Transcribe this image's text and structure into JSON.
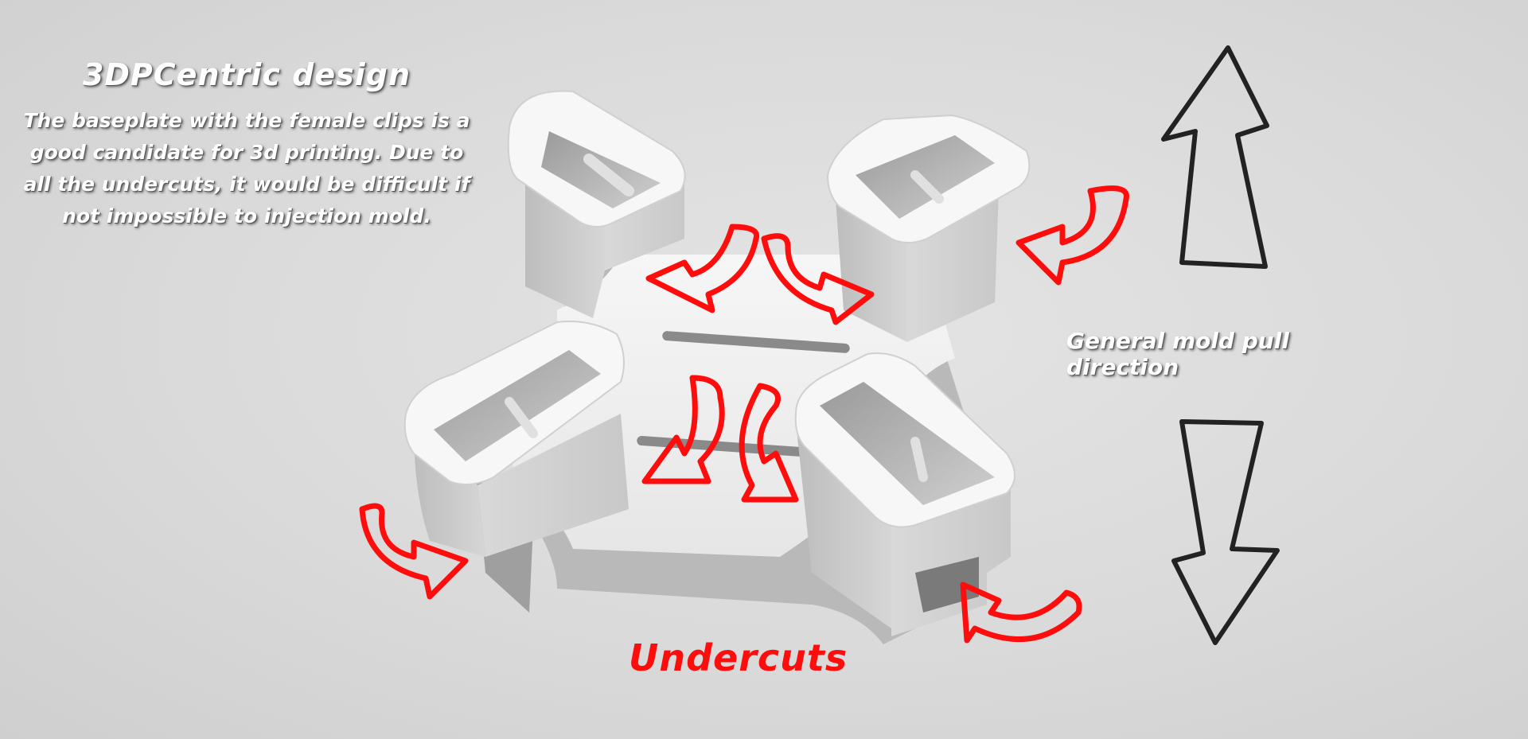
{
  "annotations": {
    "title": "3DPCentric design",
    "description": "The baseplate with the female clips is a good candidate for 3d printing. Due to all the undercuts, it would be difficult if not impossible to injection mold.",
    "pull_direction_label": "General mold pull direction",
    "undercuts_label": "Undercuts"
  },
  "colors": {
    "undercut_arrow": "#ff0d0d",
    "pull_arrow": "#222222",
    "part": "#f2f2f2"
  },
  "icons": [
    "up-arrow-icon",
    "down-arrow-icon",
    "curved-arrow-icon"
  ]
}
